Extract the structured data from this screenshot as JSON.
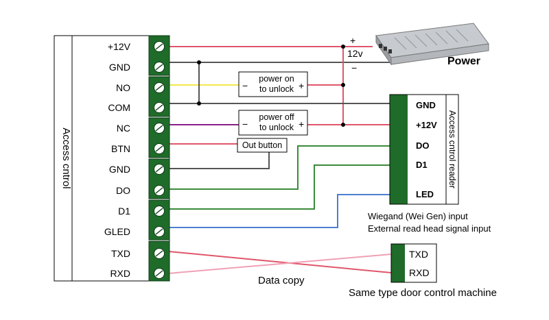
{
  "controller": {
    "title": "Access  cntrol",
    "pins": [
      "+12V",
      "GND",
      "NO",
      "COM",
      "NC",
      "BTN",
      "GND",
      "DO",
      "D1",
      "GLED",
      "TXD",
      "RXD"
    ]
  },
  "power": {
    "label": "Power",
    "plus": "+",
    "voltage": "12v",
    "minus": "−"
  },
  "boxes": {
    "power_on": {
      "minus": "−",
      "line1": "power on",
      "line2": "to unlock",
      "plus": "+"
    },
    "power_off": {
      "minus": "−",
      "line1": "power off",
      "line2": "to unlock",
      "plus": "+"
    },
    "out_button": "Out button"
  },
  "reader": {
    "title": "Access cntrol reader",
    "pins": [
      "GND",
      "+12V",
      "DO",
      "D1",
      "LED"
    ],
    "note_line1": "Wiegand (Wei Gen) input",
    "note_line2": "External read head signal input"
  },
  "copy_machine": {
    "pins": [
      "TXD",
      "RXD"
    ],
    "caption": "Same type door control machine"
  },
  "data_copy_label": "Data copy",
  "wire_colors": {
    "power": "#e0556a",
    "ground": "#555555",
    "no": "#f2e84a",
    "nc": "#8a1f8a",
    "d0": "#3a8a3a",
    "d1": "#4a7fd0",
    "txd": "#e0556a",
    "rxd": "#f0a0b4",
    "terminal": "#1f6b2a"
  }
}
